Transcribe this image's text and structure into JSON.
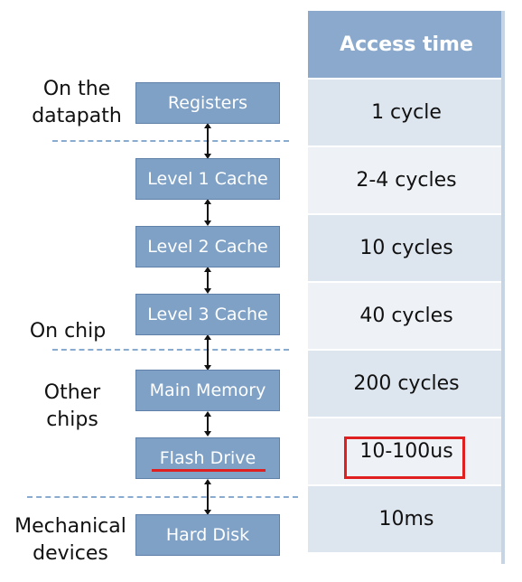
{
  "levels": {
    "datapath": "On the\ndatapath",
    "chip": "On chip",
    "other": "Other\nchips",
    "mechanical": "Mechanical\ndevices"
  },
  "hierarchy": [
    {
      "name": "Registers"
    },
    {
      "name": "Level 1 Cache"
    },
    {
      "name": "Level 2 Cache"
    },
    {
      "name": "Level 3 Cache"
    },
    {
      "name": "Main Memory"
    },
    {
      "name": "Flash Drive"
    },
    {
      "name": "Hard Disk"
    }
  ],
  "table": {
    "header": "Access time",
    "rows": [
      "1 cycle",
      "2-4 cycles",
      "10 cycles",
      "40 cycles",
      "200 cycles",
      "10-100us",
      "10ms"
    ]
  },
  "colors": {
    "box": "#7fa1c6",
    "header": "#8aa9cd",
    "highlight": "#e02020"
  },
  "highlight": {
    "row": "10-100us",
    "underlined_box": "Flash Drive"
  }
}
